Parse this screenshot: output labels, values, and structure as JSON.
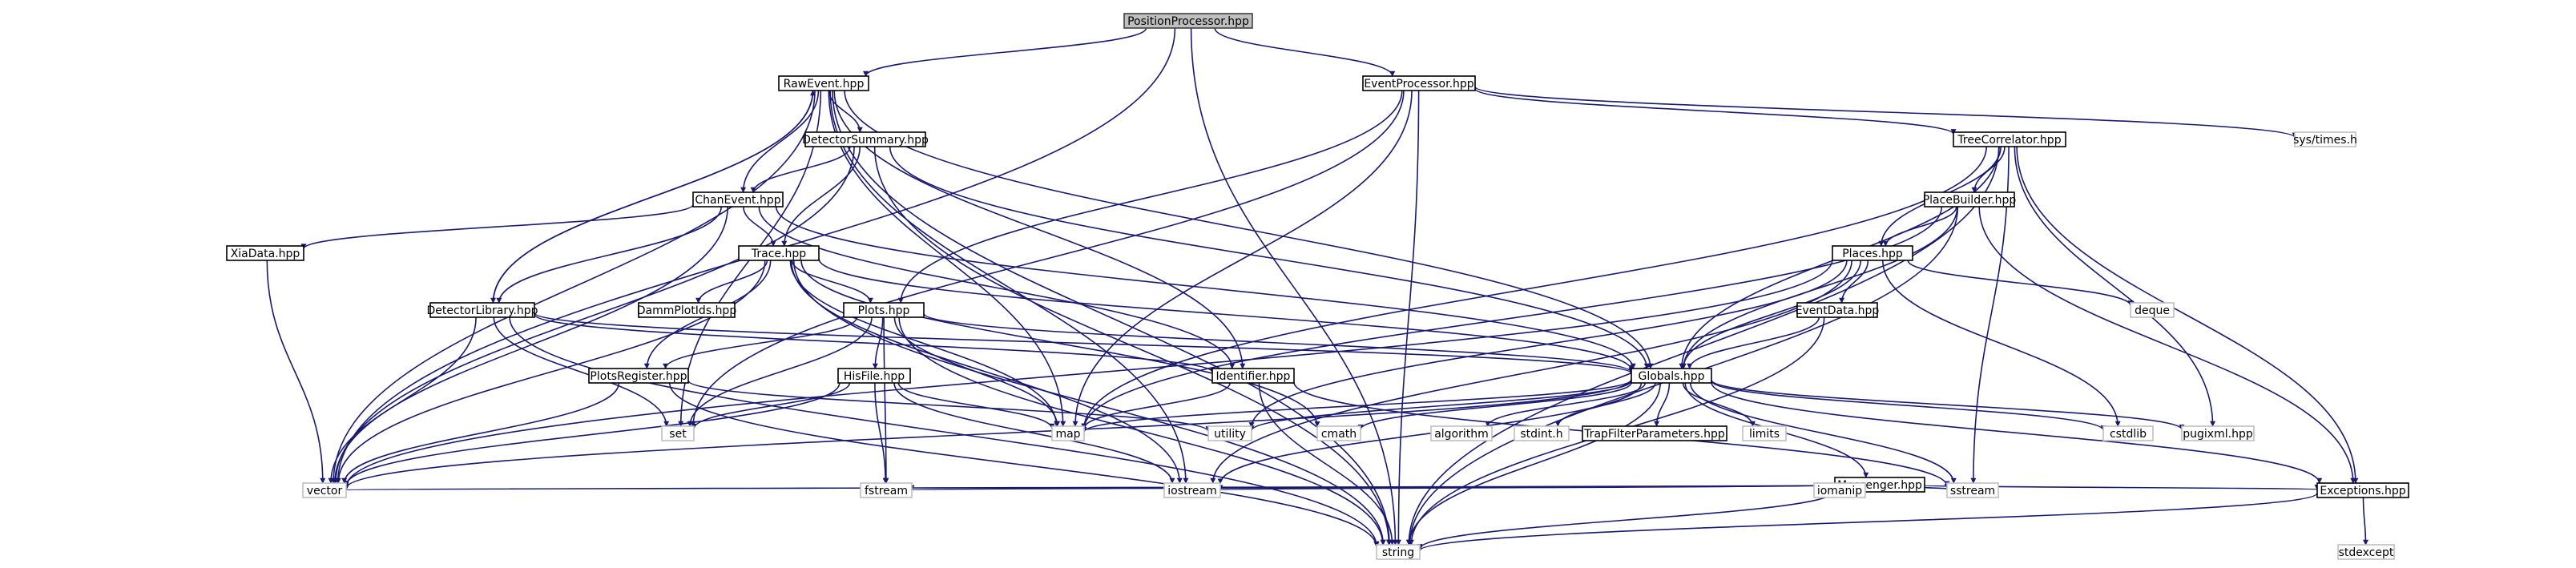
{
  "colors": {
    "edge": "#191970",
    "root_fill": "#bfbfbf",
    "root_border": "#404040",
    "doc_border": "#000000",
    "system_border": "#bfbfbf",
    "box_fill": "#ffffff"
  },
  "nodes": [
    {
      "id": "position_processor",
      "label": "PositionProcessor.hpp",
      "kind": "root"
    },
    {
      "id": "raw_event",
      "label": "RawEvent.hpp",
      "kind": "doc"
    },
    {
      "id": "event_processor",
      "label": "EventProcessor.hpp",
      "kind": "doc"
    },
    {
      "id": "detector_summary",
      "label": "DetectorSummary.hpp",
      "kind": "doc"
    },
    {
      "id": "tree_correlator",
      "label": "TreeCorrelator.hpp",
      "kind": "doc"
    },
    {
      "id": "sys_times",
      "label": "sys/times.h",
      "kind": "system"
    },
    {
      "id": "chan_event",
      "label": "ChanEvent.hpp",
      "kind": "doc"
    },
    {
      "id": "place_builder",
      "label": "PlaceBuilder.hpp",
      "kind": "doc"
    },
    {
      "id": "xia_data",
      "label": "XiaData.hpp",
      "kind": "doc"
    },
    {
      "id": "trace",
      "label": "Trace.hpp",
      "kind": "doc"
    },
    {
      "id": "places",
      "label": "Places.hpp",
      "kind": "doc"
    },
    {
      "id": "detector_library",
      "label": "DetectorLibrary.hpp",
      "kind": "doc"
    },
    {
      "id": "damm_plot_ids",
      "label": "DammPlotIds.hpp",
      "kind": "doc"
    },
    {
      "id": "plots",
      "label": "Plots.hpp",
      "kind": "doc"
    },
    {
      "id": "event_data",
      "label": "EventData.hpp",
      "kind": "doc"
    },
    {
      "id": "deque",
      "label": "deque",
      "kind": "system"
    },
    {
      "id": "plots_register",
      "label": "PlotsRegister.hpp",
      "kind": "doc"
    },
    {
      "id": "his_file",
      "label": "HisFile.hpp",
      "kind": "doc"
    },
    {
      "id": "identifier",
      "label": "Identifier.hpp",
      "kind": "doc"
    },
    {
      "id": "globals",
      "label": "Globals.hpp",
      "kind": "doc"
    },
    {
      "id": "set",
      "label": "set",
      "kind": "system"
    },
    {
      "id": "map",
      "label": "map",
      "kind": "system"
    },
    {
      "id": "utility",
      "label": "utility",
      "kind": "system"
    },
    {
      "id": "cmath",
      "label": "cmath",
      "kind": "system"
    },
    {
      "id": "algorithm",
      "label": "algorithm",
      "kind": "system"
    },
    {
      "id": "stdint",
      "label": "stdint.h",
      "kind": "system"
    },
    {
      "id": "trap_filter",
      "label": "TrapFilterParameters.hpp",
      "kind": "doc"
    },
    {
      "id": "limits",
      "label": "limits",
      "kind": "system"
    },
    {
      "id": "cstdlib",
      "label": "cstdlib",
      "kind": "system"
    },
    {
      "id": "pugixml",
      "label": "pugixml.hpp",
      "kind": "system"
    },
    {
      "id": "messenger",
      "label": "Messenger.hpp",
      "kind": "doc"
    },
    {
      "id": "vector",
      "label": "vector",
      "kind": "system"
    },
    {
      "id": "fstream",
      "label": "fstream",
      "kind": "system"
    },
    {
      "id": "iostream",
      "label": "iostream",
      "kind": "system"
    },
    {
      "id": "iomanip",
      "label": "iomanip",
      "kind": "system"
    },
    {
      "id": "sstream",
      "label": "sstream",
      "kind": "system"
    },
    {
      "id": "exceptions",
      "label": "Exceptions.hpp",
      "kind": "doc"
    },
    {
      "id": "string",
      "label": "string",
      "kind": "system"
    },
    {
      "id": "stdexcept",
      "label": "stdexcept",
      "kind": "system"
    }
  ],
  "edges": [
    [
      "position_processor",
      "raw_event"
    ],
    [
      "position_processor",
      "event_processor"
    ],
    [
      "position_processor",
      "vector"
    ],
    [
      "position_processor",
      "string"
    ],
    [
      "raw_event",
      "detector_summary"
    ],
    [
      "raw_event",
      "chan_event"
    ],
    [
      "raw_event",
      "detector_library"
    ],
    [
      "raw_event",
      "globals"
    ],
    [
      "raw_event",
      "identifier"
    ],
    [
      "raw_event",
      "map"
    ],
    [
      "raw_event",
      "set"
    ],
    [
      "raw_event",
      "vector"
    ],
    [
      "raw_event",
      "string"
    ],
    [
      "raw_event",
      "iostream"
    ],
    [
      "event_processor",
      "tree_correlator"
    ],
    [
      "event_processor",
      "plots"
    ],
    [
      "event_processor",
      "sys_times"
    ],
    [
      "event_processor",
      "map"
    ],
    [
      "event_processor",
      "set"
    ],
    [
      "event_processor",
      "string"
    ],
    [
      "detector_summary",
      "chan_event"
    ],
    [
      "detector_summary",
      "trace"
    ],
    [
      "detector_summary",
      "globals"
    ],
    [
      "detector_summary",
      "vector"
    ],
    [
      "detector_summary",
      "string"
    ],
    [
      "chan_event",
      "xia_data"
    ],
    [
      "chan_event",
      "trace"
    ],
    [
      "chan_event",
      "detector_library"
    ],
    [
      "chan_event",
      "identifier"
    ],
    [
      "chan_event",
      "globals"
    ],
    [
      "chan_event",
      "vector"
    ],
    [
      "tree_correlator",
      "place_builder"
    ],
    [
      "tree_correlator",
      "places"
    ],
    [
      "tree_correlator",
      "globals"
    ],
    [
      "tree_correlator",
      "exceptions"
    ],
    [
      "tree_correlator",
      "pugixml"
    ],
    [
      "tree_correlator",
      "map"
    ],
    [
      "tree_correlator",
      "sstream"
    ],
    [
      "tree_correlator",
      "string"
    ],
    [
      "place_builder",
      "places"
    ],
    [
      "place_builder",
      "globals"
    ],
    [
      "place_builder",
      "exceptions"
    ],
    [
      "place_builder",
      "map"
    ],
    [
      "place_builder",
      "string"
    ],
    [
      "xia_data",
      "vector"
    ],
    [
      "trace",
      "damm_plot_ids"
    ],
    [
      "trace",
      "plots"
    ],
    [
      "trace",
      "plots_register"
    ],
    [
      "trace",
      "globals"
    ],
    [
      "trace",
      "map"
    ],
    [
      "trace",
      "vector"
    ],
    [
      "trace",
      "string"
    ],
    [
      "trace",
      "iostream"
    ],
    [
      "trace",
      "cmath"
    ],
    [
      "places",
      "event_data"
    ],
    [
      "places",
      "globals"
    ],
    [
      "places",
      "deque"
    ],
    [
      "places",
      "cstdlib"
    ],
    [
      "places",
      "vector"
    ],
    [
      "places",
      "iostream"
    ],
    [
      "places",
      "utility"
    ],
    [
      "detector_library",
      "raw_event"
    ],
    [
      "detector_library",
      "identifier"
    ],
    [
      "detector_library",
      "globals"
    ],
    [
      "detector_library",
      "set"
    ],
    [
      "detector_library",
      "vector"
    ],
    [
      "detector_library",
      "string"
    ],
    [
      "plots",
      "plots_register"
    ],
    [
      "plots",
      "his_file"
    ],
    [
      "plots",
      "globals"
    ],
    [
      "plots",
      "fstream"
    ],
    [
      "plots",
      "map"
    ],
    [
      "plots",
      "set"
    ],
    [
      "plots",
      "string"
    ],
    [
      "event_data",
      "globals"
    ],
    [
      "event_data",
      "string"
    ],
    [
      "plots_register",
      "vector"
    ],
    [
      "plots_register",
      "string"
    ],
    [
      "plots_register",
      "utility"
    ],
    [
      "his_file",
      "vector"
    ],
    [
      "his_file",
      "set"
    ],
    [
      "his_file",
      "map"
    ],
    [
      "his_file",
      "fstream"
    ],
    [
      "his_file",
      "iostream"
    ],
    [
      "identifier",
      "map"
    ],
    [
      "identifier",
      "string"
    ],
    [
      "identifier",
      "sstream"
    ],
    [
      "globals",
      "map"
    ],
    [
      "globals",
      "utility"
    ],
    [
      "globals",
      "cmath"
    ],
    [
      "globals",
      "algorithm"
    ],
    [
      "globals",
      "stdint"
    ],
    [
      "globals",
      "trap_filter"
    ],
    [
      "globals",
      "limits"
    ],
    [
      "globals",
      "messenger"
    ],
    [
      "globals",
      "exceptions"
    ],
    [
      "globals",
      "cstdlib"
    ],
    [
      "globals",
      "pugixml"
    ],
    [
      "globals",
      "sstream"
    ],
    [
      "globals",
      "vector"
    ],
    [
      "globals",
      "string"
    ],
    [
      "globals",
      "iostream"
    ],
    [
      "messenger",
      "vector"
    ],
    [
      "messenger",
      "fstream"
    ],
    [
      "messenger",
      "iostream"
    ],
    [
      "messenger",
      "iomanip"
    ],
    [
      "messenger",
      "sstream"
    ],
    [
      "messenger",
      "exceptions"
    ],
    [
      "messenger",
      "string"
    ],
    [
      "exceptions",
      "string"
    ],
    [
      "exceptions",
      "stdexcept"
    ]
  ]
}
